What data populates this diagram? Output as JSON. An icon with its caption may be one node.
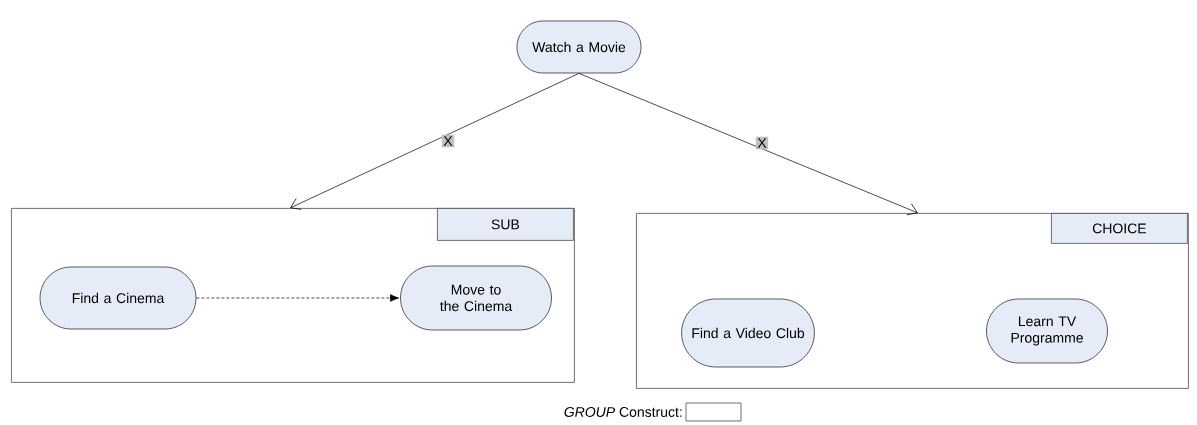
{
  "diagram": {
    "nodes": [
      {
        "text": [
          "Watch a Movie"
        ]
      },
      {
        "text": [
          "SUB"
        ]
      },
      {
        "text": [
          "Find a Cinema"
        ],
        "in": 1
      },
      {
        "text": [
          "Move to the Cinema"
        ],
        "in": 1
      },
      {
        "text": [
          "CHOICE"
        ]
      },
      {
        "text": [
          "Find a Video Club"
        ],
        "in": 4
      },
      {
        "text": [
          "Learn TV Programme"
        ],
        "in": 4
      }
    ],
    "edges": [
      {
        "from": 0,
        "to": 1,
        "arrow": "to",
        "label": "X"
      },
      {
        "from": 0,
        "to": 4,
        "arrow": "to",
        "label": "X"
      },
      {
        "from": 2,
        "to": 3,
        "arrow": "to",
        "style": "dashed"
      }
    ],
    "legend": [
      {
        "text": "*GROUP* Construct:"
      }
    ]
  }
}
